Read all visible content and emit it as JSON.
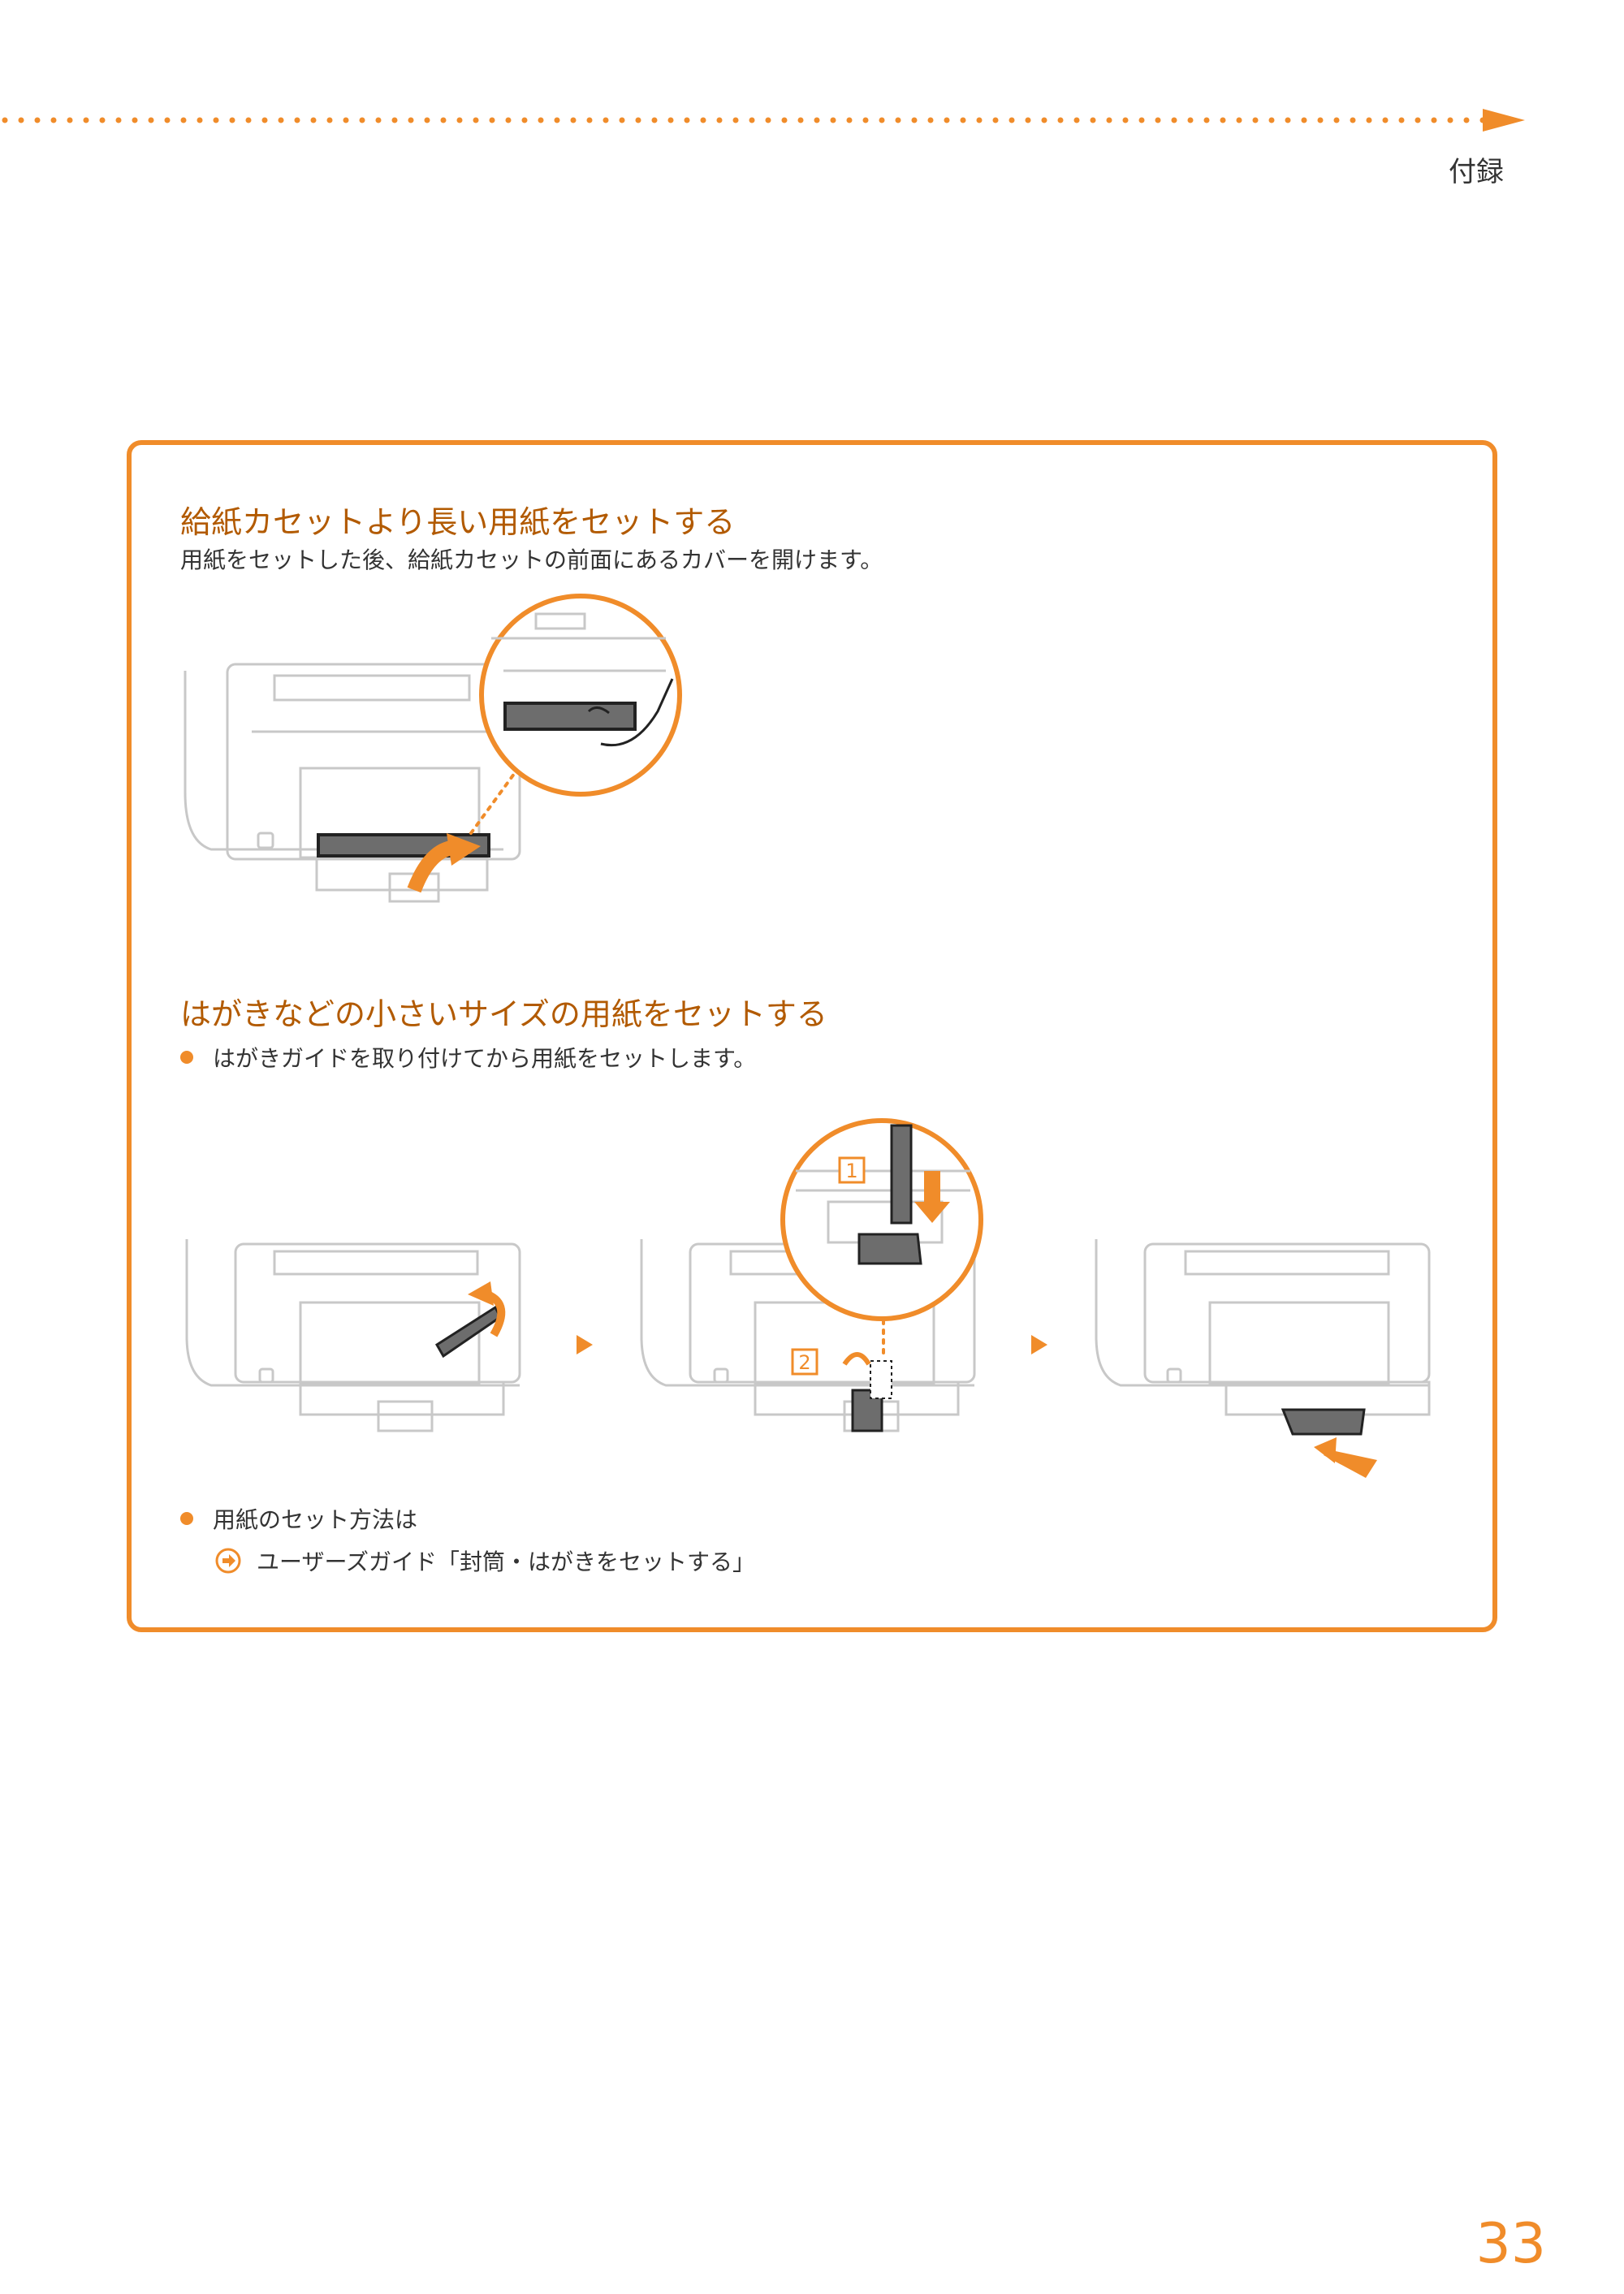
{
  "header": {
    "section": "付録"
  },
  "panel": {
    "section1": {
      "title": "給紙カセットより長い用紙をセットする",
      "description": "用紙をセットした後、給紙カセットの前面にあるカバーを開けます。"
    },
    "section2": {
      "title": "はがきなどの小さいサイズの用紙をセットする",
      "bullet": "はがきガイドを取り付けてから用紙をセットします。",
      "steps": [
        "1",
        "2"
      ]
    },
    "note": {
      "bullet": "用紙のセット方法は",
      "reference": "ユーザーズガイド「封筒・はがきをセットする」"
    }
  },
  "page_number": "33",
  "colors": {
    "accent": "#f08c2a",
    "heading": "#b25a00"
  }
}
